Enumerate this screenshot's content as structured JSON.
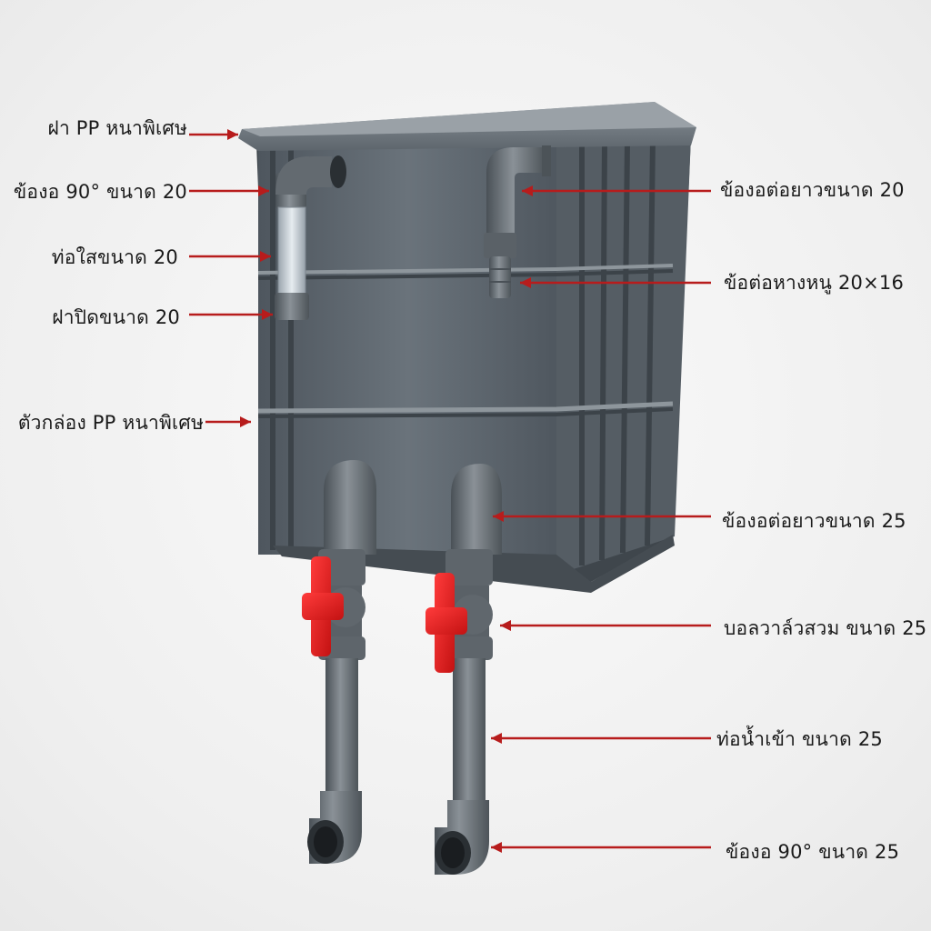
{
  "colors": {
    "arrow": "#b71c1c",
    "box": "#5b646c",
    "pipe": "#6b7278",
    "valve_handle": "#e01f1f"
  },
  "labels_left": [
    "ฝา PP หนาพิเศษ",
    "ข้องอ 90° ขนาด 20",
    "ท่อใสขนาด 20",
    "ฝาปิดขนาด 20",
    "ตัวกล่อง PP หนาพิเศษ"
  ],
  "labels_right": [
    "ข้องอต่อยาวขนาด 20",
    "ข้อต่อหางหนู 20×16",
    "ข้องอต่อยาวขนาด 25",
    "บอลวาล์วสวม ขนาด 25",
    "ท่อน้ำเข้า ขนาด 25",
    "ข้องอ 90° ขนาด 25"
  ]
}
